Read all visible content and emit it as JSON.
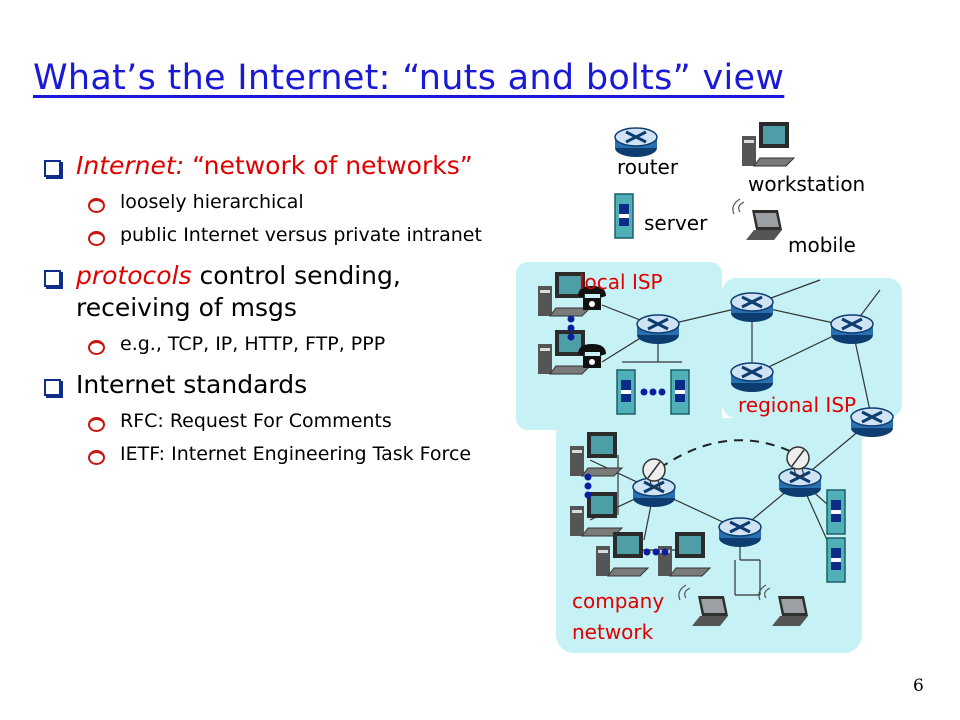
{
  "title": "What’s the Internet: “nuts and bolts” view",
  "bullets": {
    "b1": {
      "italic": "Internet:",
      "rest": "“network of networks”"
    },
    "b1_subs": [
      "loosely hierarchical",
      "public Internet versus private intranet"
    ],
    "b2": {
      "italic": "protocols",
      "rest": "control sending, receiving of msgs"
    },
    "b2_subs": [
      "e.g., TCP, IP, HTTP, FTP, PPP"
    ],
    "b3": {
      "text": "Internet standards"
    },
    "b3_subs": [
      "RFC: Request For Comments",
      "IETF: Internet Engineering Task Force"
    ]
  },
  "legend": {
    "router": "router",
    "workstation": "workstation",
    "server": "server",
    "mobile": "mobile"
  },
  "regions": {
    "local_isp": "local ISP",
    "regional_isp": "regional ISP",
    "company_network_1": "company",
    "company_network_2": "network"
  },
  "page_number": "6",
  "colors": {
    "title": "#1a1ad6",
    "accent": "#e00000",
    "network_fill": "#c6f2f5",
    "router_fill": "#2a6fb0",
    "server_fill": "#4fb0b8"
  }
}
